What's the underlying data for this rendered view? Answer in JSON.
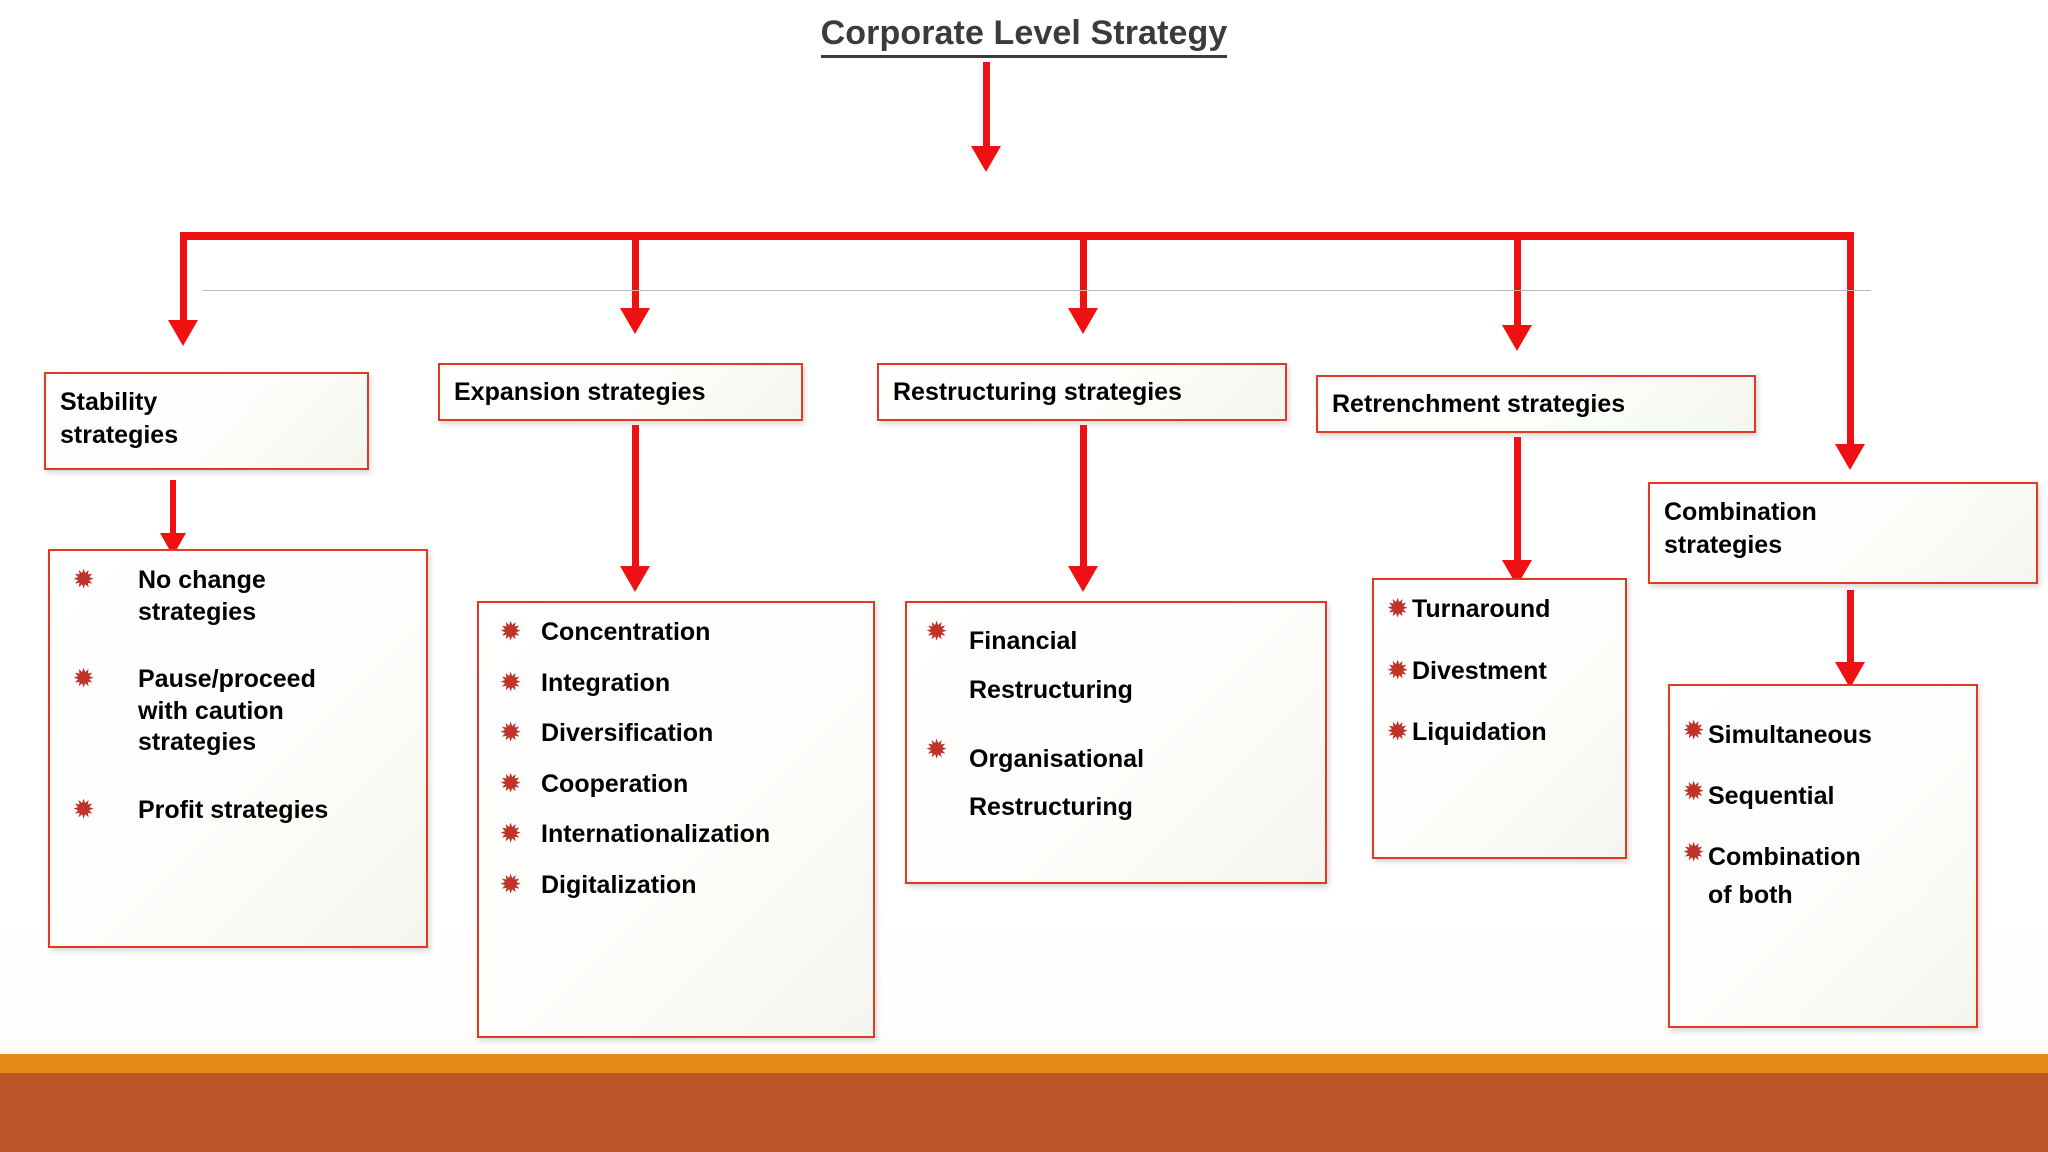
{
  "title": "Corporate Level Strategy",
  "bullet_glyph": "✹",
  "colors": {
    "connector_red": "#ef1111",
    "box_border_red": "#e03a22",
    "bullet_red": "#c0332a",
    "title_grey": "#3b3b3b",
    "bar_orange": "#e28a15",
    "bar_terracotta": "#bd5529",
    "rule_grey": "#b9b9b9"
  },
  "branches": [
    {
      "id": "stability",
      "heading": "Stability\nstrategies",
      "items": [
        "No change\nstrategies",
        "Pause/proceed\nwith caution\nstrategies",
        "Profit strategies"
      ]
    },
    {
      "id": "expansion",
      "heading": "Expansion strategies",
      "items": [
        "Concentration",
        "Integration",
        "Diversification",
        "Cooperation",
        "Internationalization",
        "Digitalization"
      ]
    },
    {
      "id": "restructuring",
      "heading": "Restructuring strategies",
      "items": [
        "Financial\nRestructuring",
        "Organisational\nRestructuring"
      ]
    },
    {
      "id": "retrenchment",
      "heading": "Retrenchment strategies",
      "items": [
        "Turnaround",
        "Divestment",
        "Liquidation"
      ]
    },
    {
      "id": "combination",
      "heading": "Combination\nstrategies",
      "items": [
        "Simultaneous",
        " Sequential",
        "Combination\nof  both"
      ]
    }
  ]
}
